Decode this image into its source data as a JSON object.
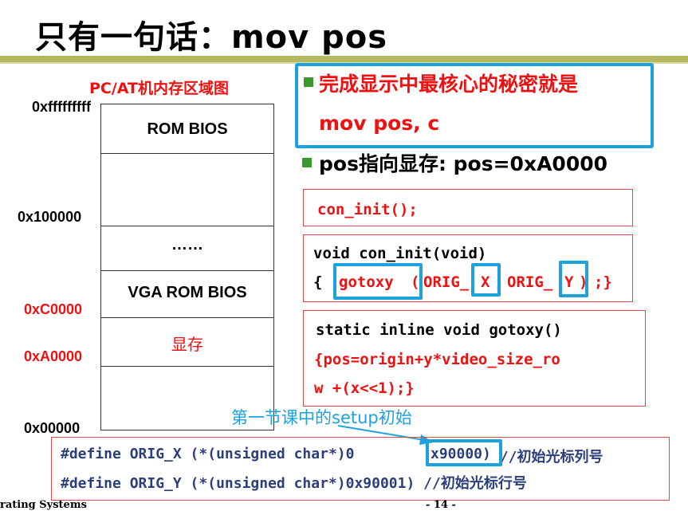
{
  "slide": {
    "title": "只有一句话：mov pos",
    "memory_map": {
      "title": "PC/AT机内存区域图",
      "addresses": [
        "0xfffffffff",
        "0x100000",
        "0xC0000",
        "0xA0000",
        "0x00000"
      ],
      "regions": [
        "ROM BIOS",
        "……",
        "VGA ROM BIOS",
        "显存"
      ]
    },
    "bullets": {
      "b1_line1": "完成显示中最核心的秘密就是",
      "b1_line2": "mov pos, c",
      "b2": "pos指向显存: pos=0xA0000"
    },
    "code": {
      "call": "con_init();",
      "def_line1": "void con_init(void)",
      "def_open": "{",
      "gotoxy": "gotoxy",
      "paren": "(",
      "arg_x_a": "ORIG_",
      "arg_x_b": "X",
      "comma": ",",
      "arg_y_a": "ORIG_",
      "arg_y_b": "Y",
      "close_paren": ")",
      "def_close": ";}",
      "inline_line1": "static inline void gotoxy()",
      "inline_line2": "{pos=origin+y*video_size_ro",
      "inline_line3": "w +(x<<1);}"
    },
    "annotation": "第一节课中的setup初始",
    "defines": {
      "line1_a": "#define ORIG_X (*(unsigned char*)0",
      "line1_b": "x90000)",
      "line1_c": " //初始光标列号",
      "line2": "#define ORIG_Y (*(unsigned char*)0x90001) //初始光标行号"
    },
    "footer_left": "rating Systems",
    "footer_page": "- 14 -"
  },
  "colors": {
    "accent_blue": "#1ea2de",
    "red": "#e11111",
    "olive": "#b5b85e",
    "bullet_green": "#3a9a2e",
    "define_text": "#2b3f7a"
  }
}
